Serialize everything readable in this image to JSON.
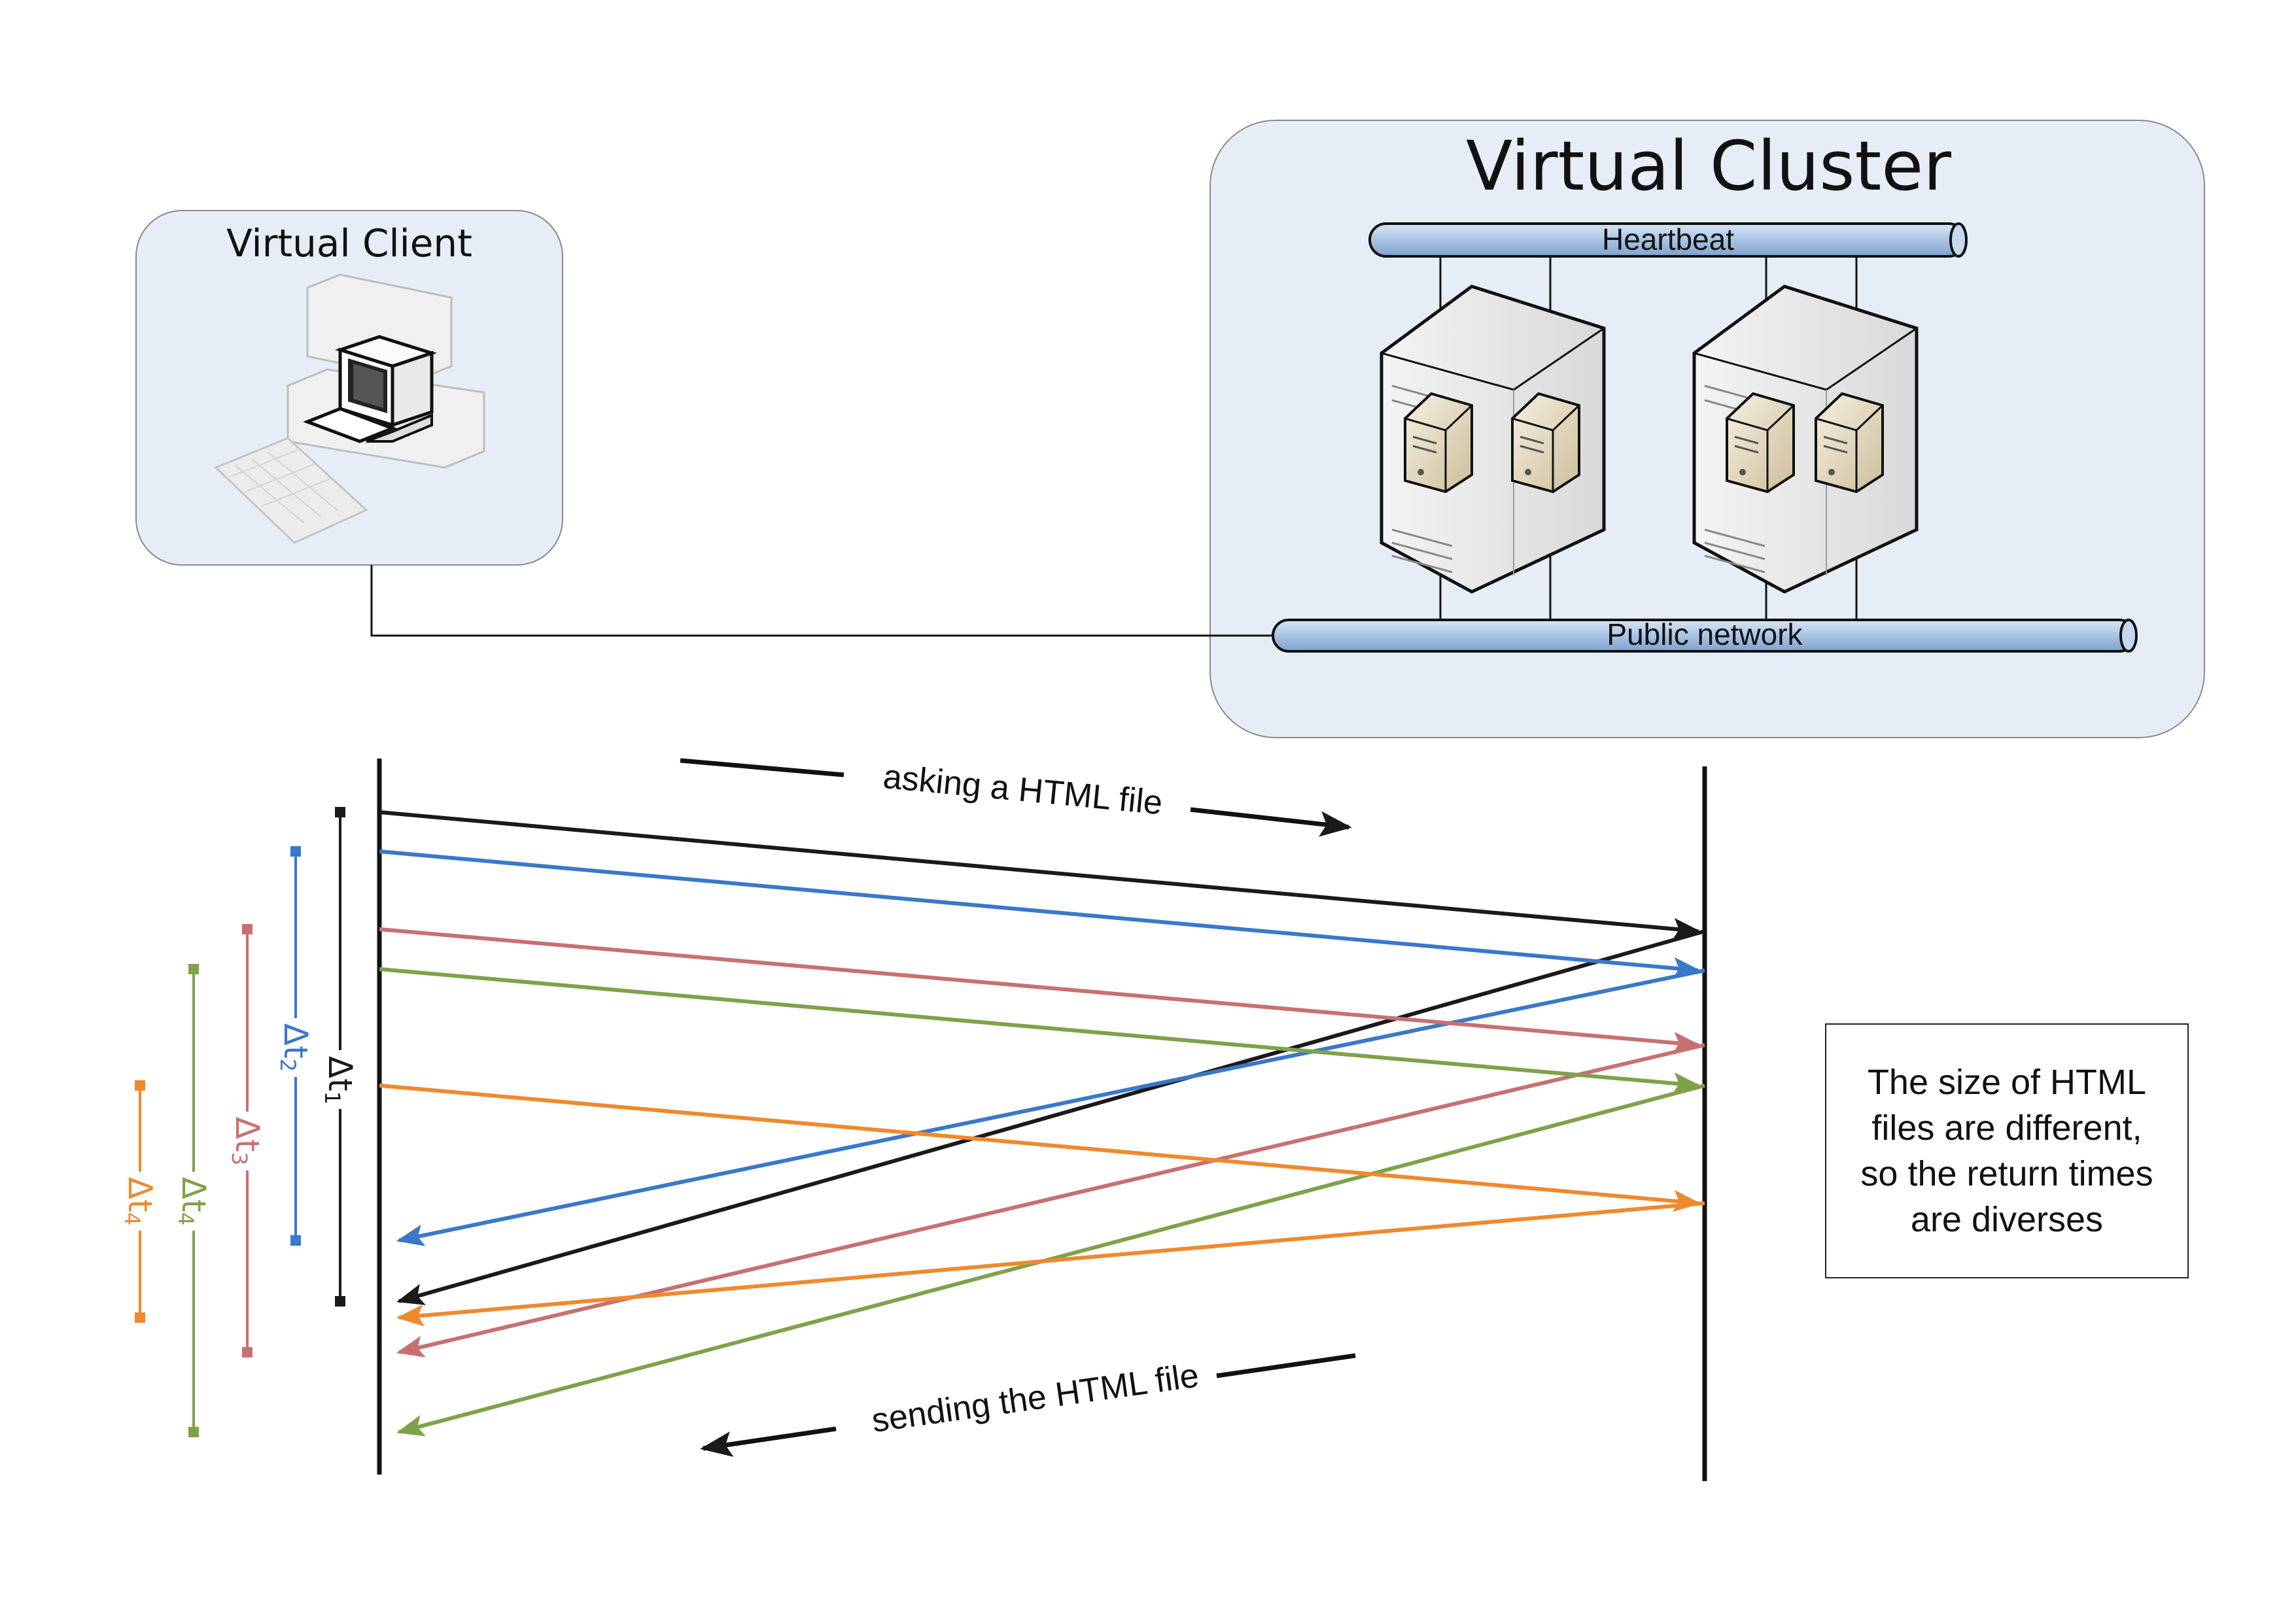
{
  "client": {
    "title": "Virtual Client"
  },
  "cluster": {
    "title": "Virtual Cluster",
    "heartbeat_label": "Heartbeat",
    "public_network_label": "Public network"
  },
  "sequence": {
    "request_label": "asking a HTML file",
    "response_label": "sending the HTML file",
    "deltas": [
      {
        "symbol": "Δt",
        "sub": "1",
        "color": "#1a1a1a"
      },
      {
        "symbol": "Δt",
        "sub": "2",
        "color": "#3a78c9"
      },
      {
        "symbol": "Δt",
        "sub": "3",
        "color": "#c87070"
      },
      {
        "symbol": "Δt",
        "sub": "4",
        "color": "#7ea24a"
      },
      {
        "symbol": "Δt",
        "sub": "4",
        "color": "#ee8a2e"
      }
    ]
  },
  "note": {
    "lines": [
      "The size of HTML",
      "files are different,",
      "so the return times",
      "are diverses"
    ]
  },
  "colors": {
    "black": "#1a1a1a",
    "blue": "#3a78c9",
    "red": "#c87070",
    "green": "#7ea24a",
    "orange": "#ee8a2e",
    "panel": "#e6edf7",
    "pipe": "#a9c4e4"
  }
}
